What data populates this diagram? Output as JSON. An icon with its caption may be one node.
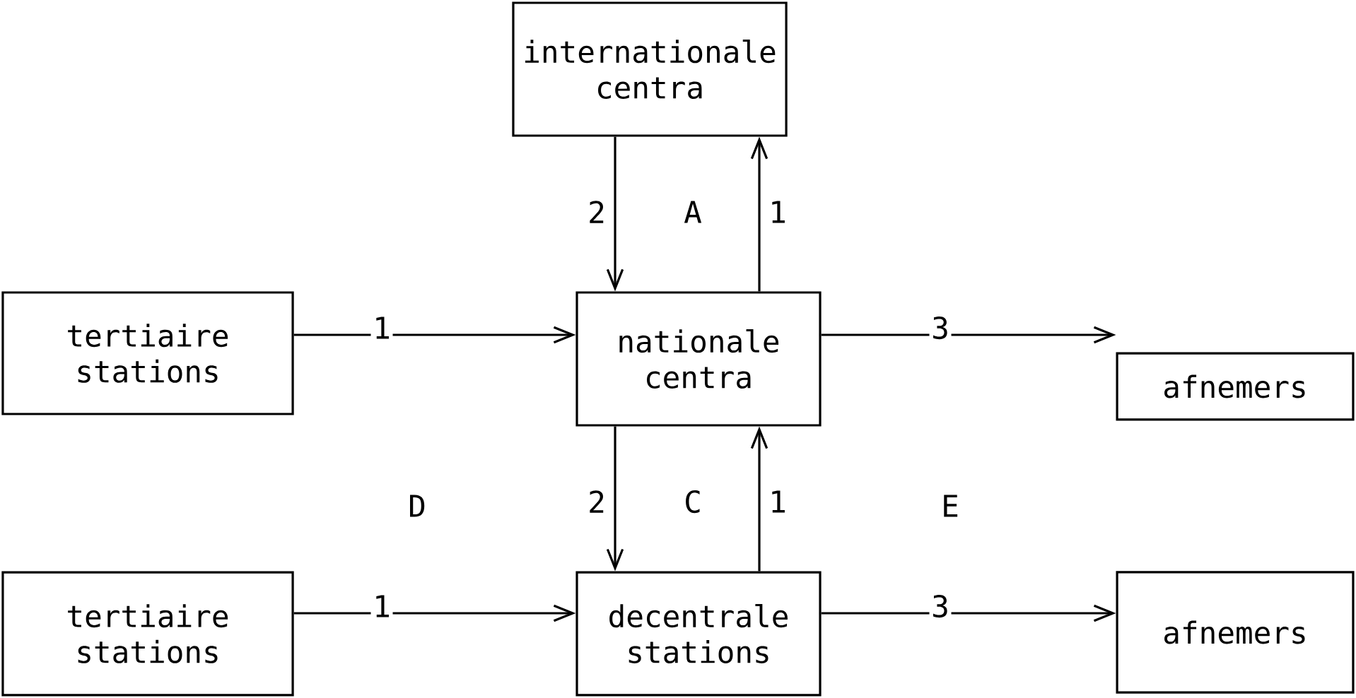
{
  "diagram": {
    "nodes": [
      {
        "text": [
          "internationale centra"
        ]
      },
      {
        "text": [
          "tertiaire stations"
        ]
      },
      {
        "text": [
          "nationale centra"
        ]
      },
      {
        "text": [
          "afnemers"
        ]
      },
      {
        "text": [
          "tertiaire stations"
        ]
      },
      {
        "text": [
          "decentrale stations"
        ]
      },
      {
        "text": [
          "afnemers"
        ]
      }
    ],
    "edges": [
      {
        "from": 0,
        "to": 2,
        "arrow": "to",
        "label": "2"
      },
      {
        "from": 2,
        "to": 0,
        "arrow": "to",
        "label": "1"
      },
      {
        "from": 1,
        "to": 2,
        "arrow": "to",
        "label": "1"
      },
      {
        "from": 2,
        "to": 3,
        "arrow": "to",
        "label": "3"
      },
      {
        "from": 2,
        "to": 5,
        "arrow": "to",
        "label": "2"
      },
      {
        "from": 5,
        "to": 2,
        "arrow": "to",
        "label": "1"
      },
      {
        "from": 4,
        "to": 5,
        "arrow": "to",
        "label": "1"
      },
      {
        "from": 5,
        "to": 6,
        "arrow": "to",
        "label": "3"
      }
    ],
    "labels": [
      "A",
      "D",
      "C",
      "E"
    ]
  }
}
